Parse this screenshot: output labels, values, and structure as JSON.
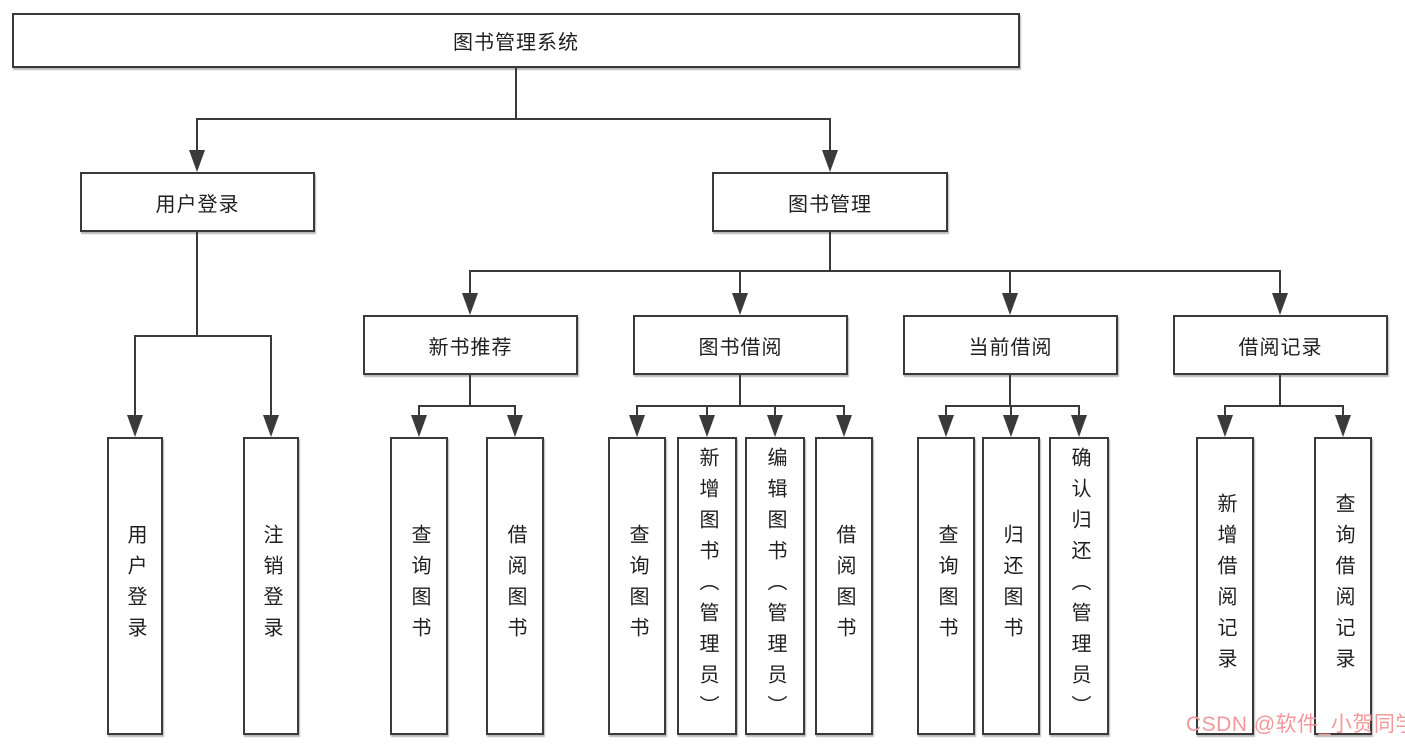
{
  "diagram": {
    "root": {
      "label": "图书管理系统"
    },
    "user_branch": {
      "label": "用户登录",
      "children": [
        {
          "label": "用户登录"
        },
        {
          "label": "注销登录"
        }
      ]
    },
    "book_branch": {
      "label": "图书管理",
      "groups": [
        {
          "label": "新书推荐",
          "children": [
            {
              "label": "查询图书"
            },
            {
              "label": "借阅图书"
            }
          ]
        },
        {
          "label": "图书借阅",
          "children": [
            {
              "label": "查询图书"
            },
            {
              "label": "新增图书（管理员）"
            },
            {
              "label": "编辑图书（管理员）"
            },
            {
              "label": "借阅图书"
            }
          ]
        },
        {
          "label": "当前借阅",
          "children": [
            {
              "label": "查询图书"
            },
            {
              "label": "归还图书"
            },
            {
              "label": "确认归还（管理员）"
            }
          ]
        },
        {
          "label": "借阅记录",
          "children": [
            {
              "label": "新增借阅记录"
            },
            {
              "label": "查询借阅记录"
            }
          ]
        }
      ]
    }
  },
  "watermark": {
    "text": "CSDN @软件_小贺同学"
  },
  "colors": {
    "line": "#3a3a3a",
    "box_bg": "#ffffff",
    "text": "#1f1f1f",
    "watermark": "#f0999a"
  }
}
